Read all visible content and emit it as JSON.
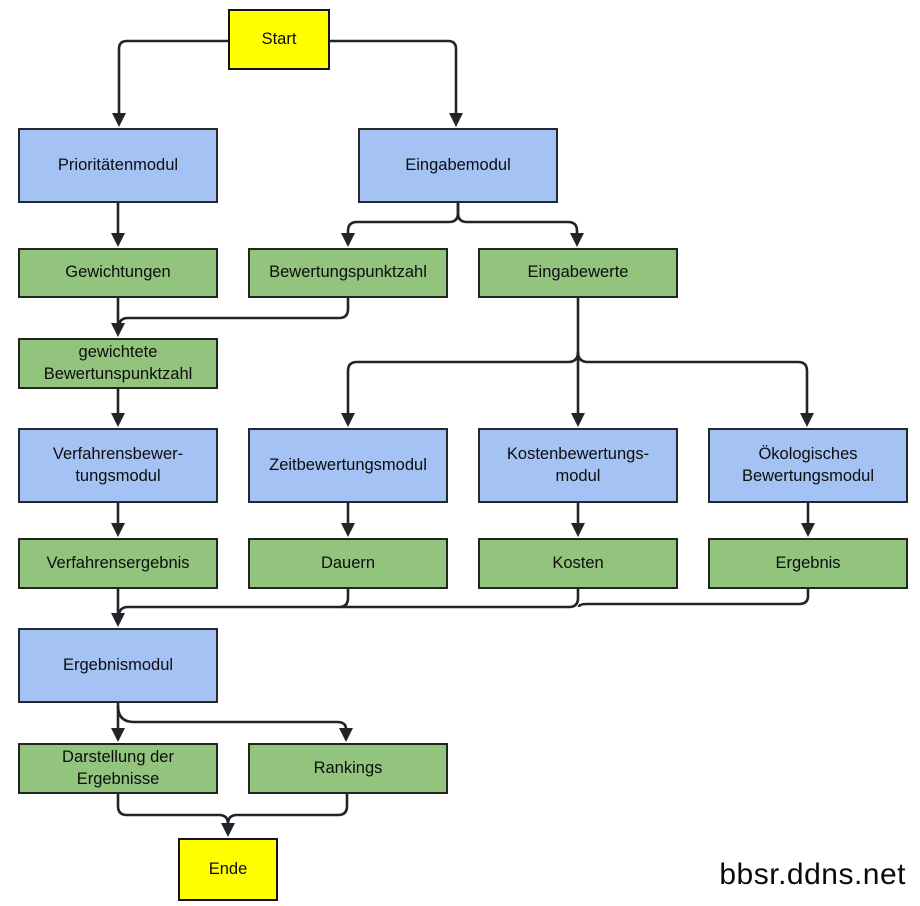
{
  "diagram": {
    "watermark": "bbsr.ddns.net",
    "colors": {
      "terminal_fill": "#ffff00",
      "module_fill": "#a4c2f4",
      "data_fill": "#93c47d",
      "line": "#212529",
      "background": "#ffffff"
    },
    "nodes": {
      "start": "Start",
      "prioritaetenmodul": "Prioritätenmodul",
      "eingabemodul": "Eingabemodul",
      "gewichtungen": "Gewichtungen",
      "bewertungspunktzahl": "Bewertungspunktzahl",
      "eingabewerte": "Eingabewerte",
      "gewichtete_bewertungspunktzahl": "gewichtete\nBewertunspunktzahl",
      "verfahrensbewertungsmodul": "Verfahrensbewer-\ntungsmodul",
      "zeitbewertungsmodul": "Zeitbewertungsmodul",
      "kostenbewertungsmodul": "Kostenbewertungs-\nmodul",
      "oekologisches_bewertungsmodul": "Ökologisches\nBewertungsmodul",
      "verfahrensergebnis": "Verfahrensergebnis",
      "dauern": "Dauern",
      "kosten": "Kosten",
      "ergebnis": "Ergebnis",
      "ergebnismodul": "Ergebnismodul",
      "darstellung_der_ergebnisse": "Darstellung der\nErgebnisse",
      "rankings": "Rankings",
      "ende": "Ende"
    },
    "edges": [
      {
        "from": "start",
        "to": "prioritaetenmodul"
      },
      {
        "from": "start",
        "to": "eingabemodul"
      },
      {
        "from": "prioritaetenmodul",
        "to": "gewichtungen"
      },
      {
        "from": "eingabemodul",
        "to": "bewertungspunktzahl"
      },
      {
        "from": "eingabemodul",
        "to": "eingabewerte"
      },
      {
        "from": "gewichtungen",
        "to": "gewichtete_bewertungspunktzahl"
      },
      {
        "from": "bewertungspunktzahl",
        "to": "gewichtete_bewertungspunktzahl"
      },
      {
        "from": "gewichtete_bewertungspunktzahl",
        "to": "verfahrensbewertungsmodul"
      },
      {
        "from": "eingabewerte",
        "to": "zeitbewertungsmodul"
      },
      {
        "from": "eingabewerte",
        "to": "kostenbewertungsmodul"
      },
      {
        "from": "eingabewerte",
        "to": "oekologisches_bewertungsmodul"
      },
      {
        "from": "verfahrensbewertungsmodul",
        "to": "verfahrensergebnis"
      },
      {
        "from": "zeitbewertungsmodul",
        "to": "dauern"
      },
      {
        "from": "kostenbewertungsmodul",
        "to": "kosten"
      },
      {
        "from": "oekologisches_bewertungsmodul",
        "to": "ergebnis"
      },
      {
        "from": "verfahrensergebnis",
        "to": "ergebnismodul"
      },
      {
        "from": "dauern",
        "to": "ergebnismodul"
      },
      {
        "from": "kosten",
        "to": "ergebnismodul"
      },
      {
        "from": "ergebnis",
        "to": "ergebnismodul"
      },
      {
        "from": "ergebnismodul",
        "to": "darstellung_der_ergebnisse"
      },
      {
        "from": "ergebnismodul",
        "to": "rankings"
      },
      {
        "from": "darstellung_der_ergebnisse",
        "to": "ende"
      },
      {
        "from": "rankings",
        "to": "ende"
      }
    ]
  }
}
